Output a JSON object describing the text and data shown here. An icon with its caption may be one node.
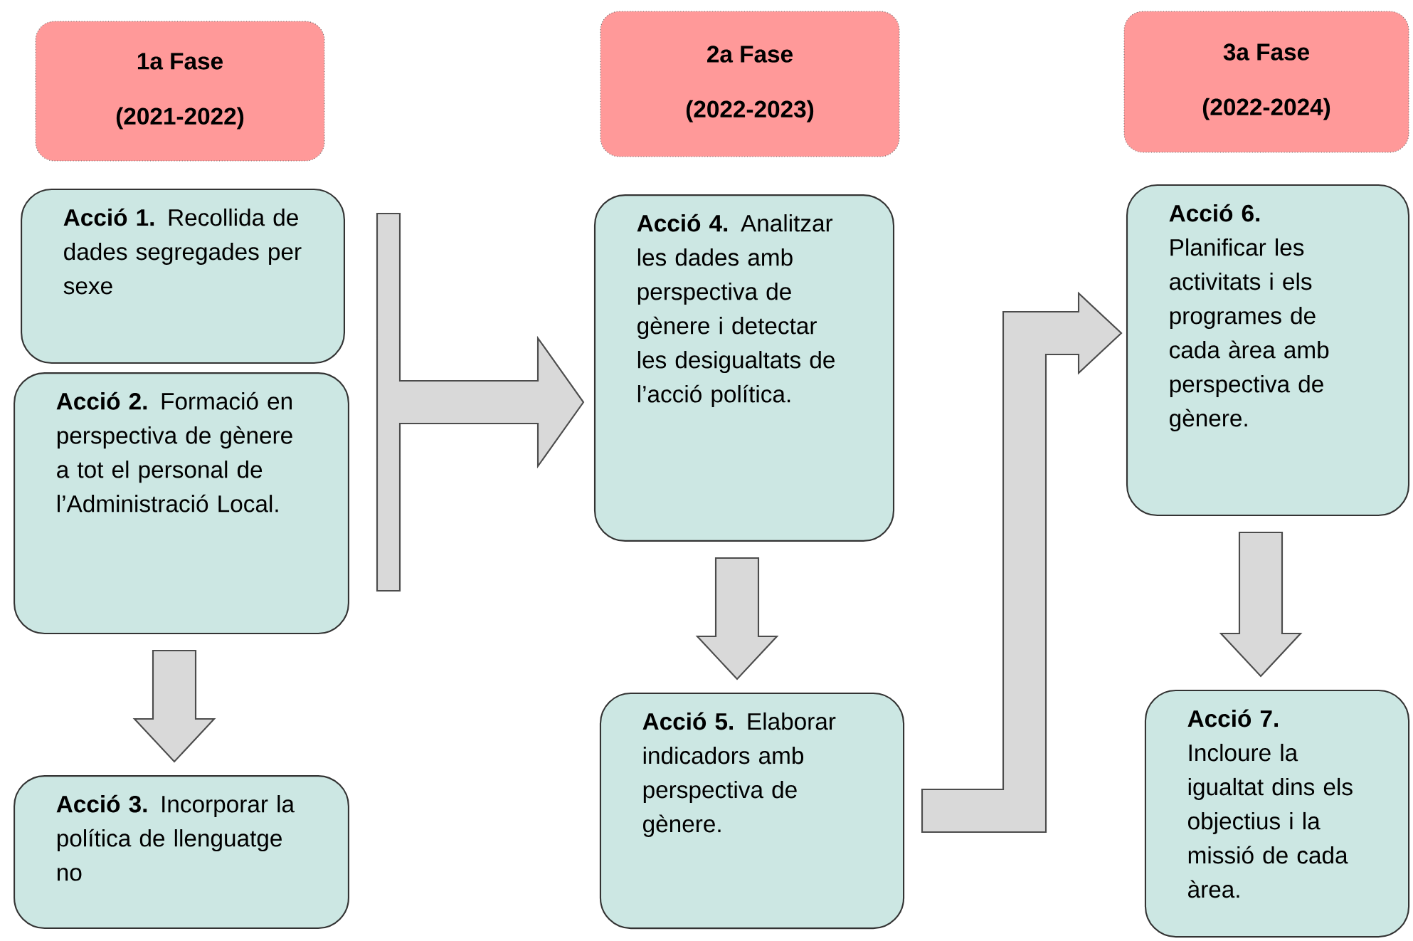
{
  "diagram": {
    "nodes": [
      {
        "text": [
          "1a Fase",
          "(2021-2022)"
        ]
      },
      {
        "text": [
          "2a Fase",
          "(2022-2023)"
        ]
      },
      {
        "text": [
          "3a Fase",
          "(2022-2024)"
        ]
      },
      {
        "text": [
          "**Acció 1.** Recollida de dades segregades per sexe"
        ]
      },
      {
        "text": [
          "**Acció 2.** Formació en perspectiva de gènere a tot el personal de l’Administració Local."
        ]
      },
      {
        "text": [
          "**Acció 3.** Incorporar la política de llenguatge no"
        ]
      },
      {
        "text": [
          "**Acció 4.** Analitzar les dades amb perspectiva de gènere i detectar les desigualtats de l’acció política."
        ]
      },
      {
        "text": [
          "**Acció 5.** Elaborar indicadors amb perspectiva de gènere."
        ]
      },
      {
        "text": [
          "**Acció 6.** Planificar les activitats i els programes de cada àrea amb perspectiva de gènere."
        ]
      },
      {
        "text": [
          "**Acció 7.** Incloure la igualtat dins els objectius i la missió de cada àrea."
        ]
      }
    ],
    "edges": [
      {
        "from": 3,
        "to": 6,
        "arrow": "to"
      },
      {
        "from": 4,
        "to": 6,
        "arrow": "to"
      },
      {
        "from": 4,
        "to": 5,
        "arrow": "to"
      },
      {
        "from": 6,
        "to": 7,
        "arrow": "to"
      },
      {
        "from": 7,
        "to": 8,
        "arrow": "to"
      },
      {
        "from": 8,
        "to": 9,
        "arrow": "to"
      }
    ]
  }
}
